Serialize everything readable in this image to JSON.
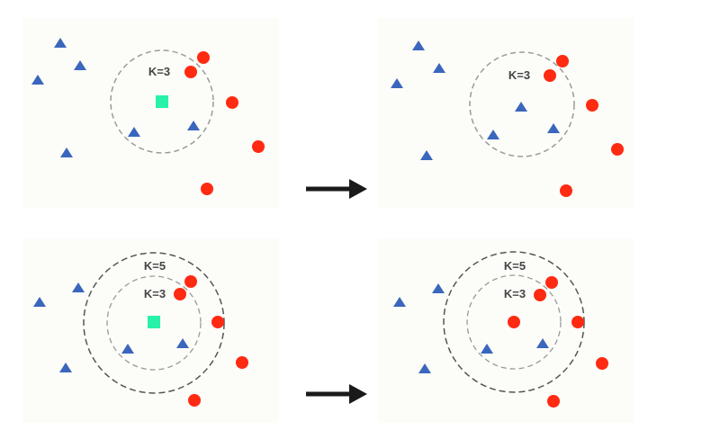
{
  "labels": {
    "k3": "K=3",
    "k5": "K=5"
  },
  "colors": {
    "class_a": "#3a66bd",
    "class_b": "#ff2a12",
    "query": "#27f2a8",
    "circle_inner": "#9a9a9a",
    "circle_outer": "#555555",
    "arrow": "#1a1a1a"
  },
  "panels": [
    {
      "name": "k3-before",
      "query_class": "unknown"
    },
    {
      "name": "k3-after",
      "query_class": "triangle"
    },
    {
      "name": "k5-before",
      "query_class": "unknown"
    },
    {
      "name": "k5-after",
      "query_class": "circle"
    }
  ]
}
